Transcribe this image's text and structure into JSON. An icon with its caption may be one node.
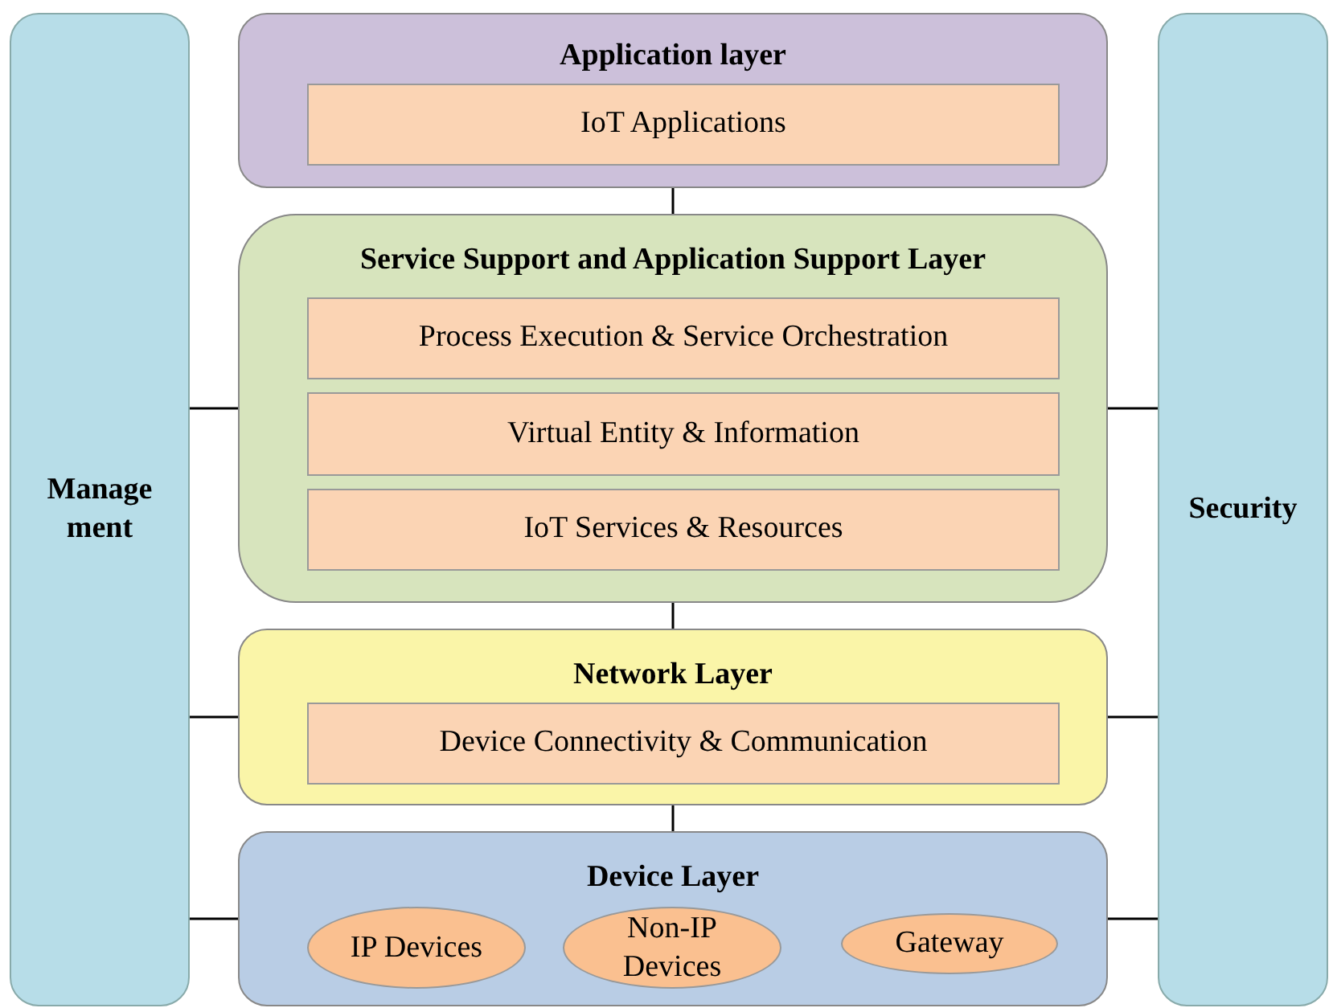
{
  "diagram": {
    "nodes": [
      {
        "text": [
          "Manage ment"
        ]
      },
      {
        "text": [
          "Application layer"
        ]
      },
      {
        "text": [
          "IoT Applications"
        ],
        "in": 1
      },
      {
        "text": [
          "Service Support and Application Support Layer"
        ]
      },
      {
        "text": [
          "Process Execution & Service Orchestration"
        ],
        "in": 3
      },
      {
        "text": [
          "Virtual Entity & Information"
        ],
        "in": 3
      },
      {
        "text": [
          "IoT Services & Resources"
        ],
        "in": 3
      },
      {
        "text": [
          "Network Layer"
        ]
      },
      {
        "text": [
          "Device Connectivity & Communication"
        ],
        "in": 7
      },
      {
        "text": [
          "Device Layer"
        ]
      },
      {
        "text": [
          "IP Devices"
        ],
        "in": 9
      },
      {
        "text": [
          "Non-IP Devices"
        ],
        "in": 9
      },
      {
        "text": [
          "Gateway"
        ],
        "in": 9
      },
      {
        "text": [
          "Security"
        ]
      }
    ],
    "edges": [
      {
        "from": 1,
        "to": 3,
        "arrow": "none"
      },
      {
        "from": 3,
        "to": 7,
        "arrow": "none"
      },
      {
        "from": 7,
        "to": 9,
        "arrow": "none"
      },
      {
        "from": 0,
        "to": 3,
        "arrow": "none"
      },
      {
        "from": 0,
        "to": 7,
        "arrow": "none"
      },
      {
        "from": 0,
        "to": 9,
        "arrow": "none"
      },
      {
        "from": 3,
        "to": 13,
        "arrow": "none"
      },
      {
        "from": 7,
        "to": 13,
        "arrow": "none"
      },
      {
        "from": 9,
        "to": 13,
        "arrow": "none"
      }
    ]
  }
}
